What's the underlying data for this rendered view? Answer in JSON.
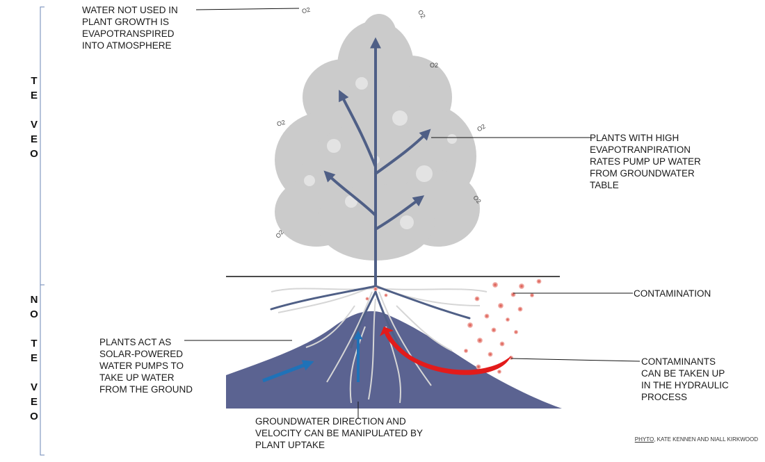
{
  "side_labels": {
    "top": [
      "T",
      "E",
      "",
      "V",
      "E",
      "O"
    ],
    "bottom": [
      "N",
      "O",
      "",
      "T",
      "E",
      "",
      "V",
      "E",
      "O"
    ]
  },
  "o2_label": "O2",
  "labels": {
    "evapotranspired": [
      "WATER NOT USED IN",
      "PLANT GROWTH IS",
      "EVAPOTRANSPIRED",
      "INTO ATMOSPHERE"
    ],
    "high_et": [
      "PLANTS WITH HIGH",
      "EVAPOTRANPIRATION",
      "RATES PUMP UP WATER",
      "FROM GROUNDWATER",
      "TABLE"
    ],
    "contamination": [
      "CONTAMINATION"
    ],
    "solar_pumps": [
      "PLANTS ACT AS",
      "SOLAR-POWERED",
      "WATER PUMPS TO",
      "TAKE UP WATER",
      "FROM THE GROUND"
    ],
    "contaminants_uptake": [
      "CONTAMINANTS",
      "CAN BE TAKEN UP",
      "IN THE HYDRAULIC",
      "PROCESS"
    ],
    "groundwater": [
      "GROUNDWATER DIRECTION AND",
      "VELOCITY CAN BE MANIPULATED BY",
      "PLANT UPTAKE"
    ]
  },
  "credit": {
    "source": "PHYTO",
    "authors": ", KATE KENNEN AND NIALL  KIRKWOOD"
  },
  "colors": {
    "canopy": "#c9c9c9",
    "trunk_arrows": "#4f5f86",
    "groundwater": "#5a6290",
    "contaminant_dot": "#c0392b",
    "uptake_arrow": "#e21b1b",
    "flow_arrow": "#1f72b8",
    "bracket": "#6b86b5"
  }
}
